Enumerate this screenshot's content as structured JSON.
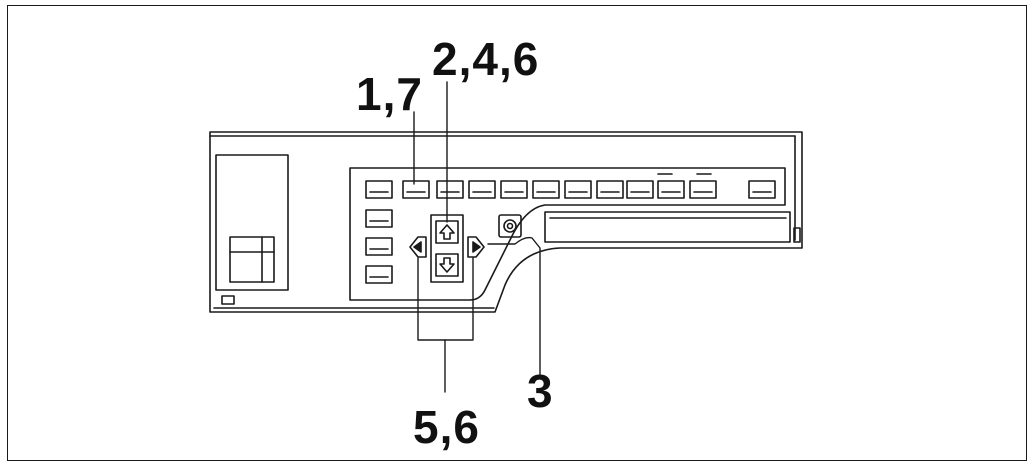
{
  "callouts": {
    "label_1_7": "1,7",
    "label_2_4_6": "2,4,6",
    "label_3": "3",
    "label_5_6": "5,6"
  },
  "colors": {
    "ink": "#1a1a1a",
    "background": "#ffffff"
  }
}
